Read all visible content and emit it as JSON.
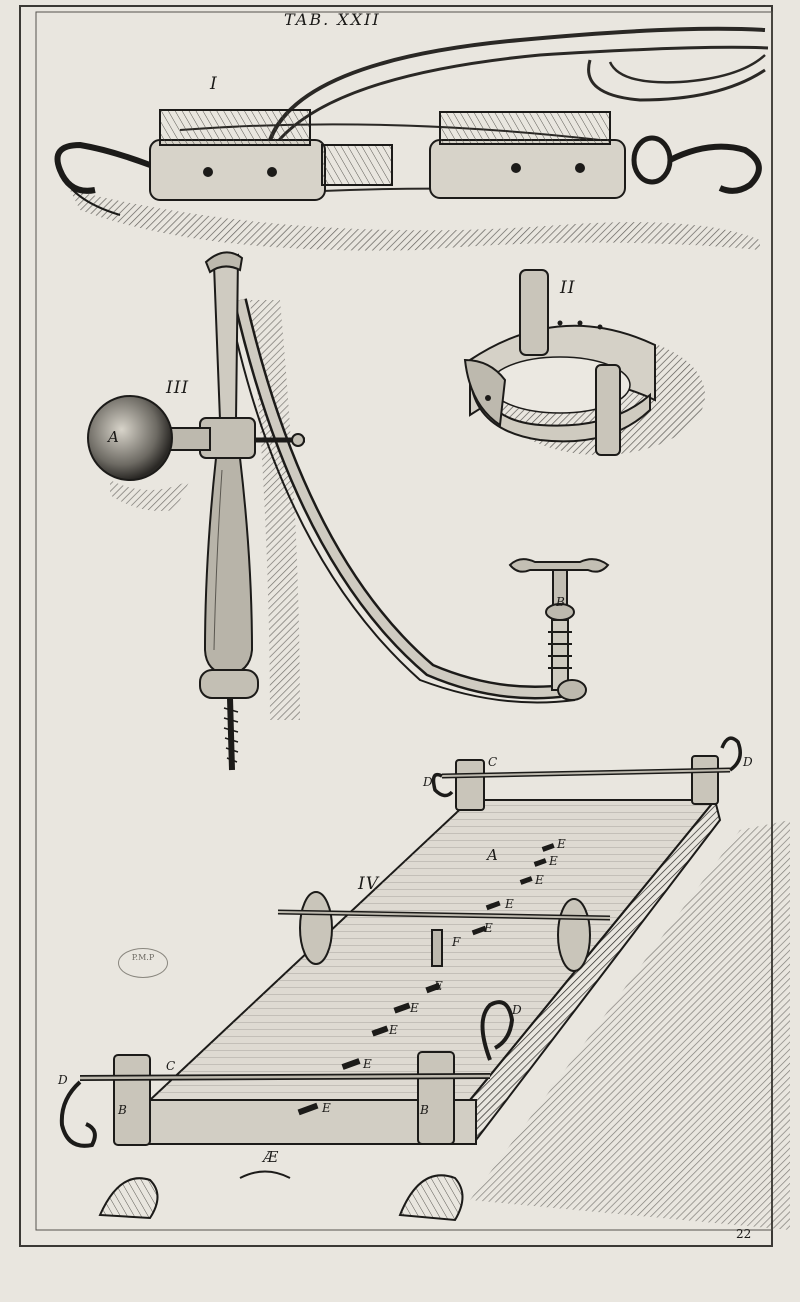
{
  "plate": {
    "title": "TAB. XXII",
    "page_number": "22",
    "stamp": "P.M.P",
    "background_color": "#e9e6df",
    "ink_color": "#1c1b19"
  },
  "figures": [
    {
      "numeral": "I",
      "subject": "hooked pulley block with rope",
      "labels": []
    },
    {
      "numeral": "II",
      "subject": "riveted iron collar",
      "labels": []
    },
    {
      "numeral": "III",
      "subject": "screw clamp with ball knob",
      "labels": [
        "A",
        "B"
      ]
    },
    {
      "numeral": "IV",
      "subject": "rack board with rollers",
      "labels": [
        "A",
        "Æ",
        "B",
        "B",
        "C",
        "C",
        "D",
        "D",
        "D",
        "D",
        "E",
        "E",
        "E",
        "E",
        "E",
        "E",
        "E",
        "E",
        "E",
        "E",
        "F"
      ]
    }
  ]
}
